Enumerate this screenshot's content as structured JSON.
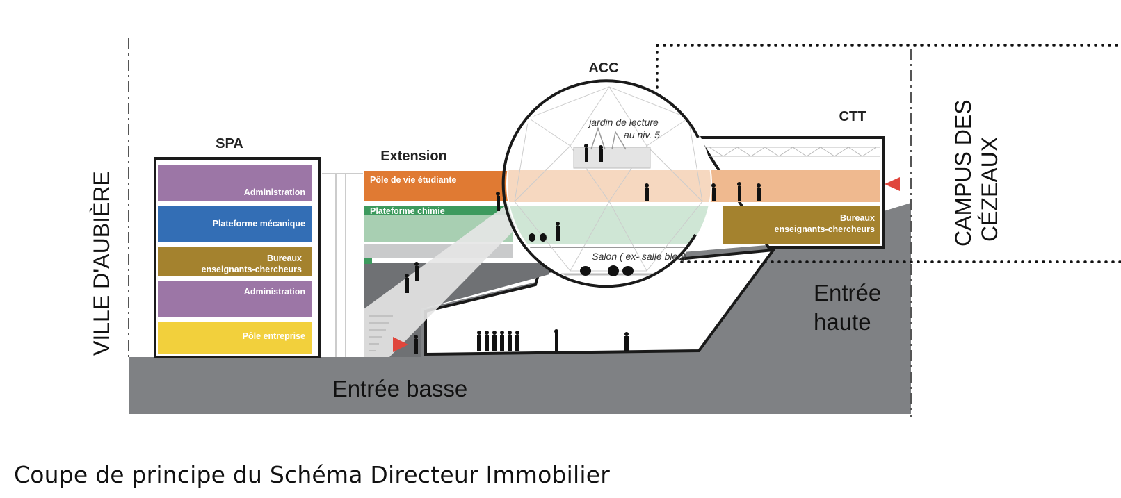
{
  "diagram": {
    "buildings": {
      "spa": {
        "label": "SPA"
      },
      "extension": {
        "label": "Extension"
      },
      "acc": {
        "label": "ACC"
      },
      "ctt": {
        "label": "CTT"
      }
    },
    "spa_floors": [
      {
        "label": "Administration",
        "color": "#9c76a6"
      },
      {
        "label": "Plateforme mécanique",
        "color": "#336eb5"
      },
      {
        "label_line1": "Bureaux",
        "label_line2": "enseignants-chercheurs",
        "color": "#a4822e"
      },
      {
        "label": "Administration",
        "color": "#9c76a6"
      },
      {
        "label": "Pôle entreprise",
        "color": "#f2d03c"
      }
    ],
    "extension_floors": [
      {
        "label": "Pôle de vie étudiante",
        "color": "#e07a33"
      },
      {
        "label": "Plateforme chimie",
        "color": "#3d9a5e"
      }
    ],
    "acc_notes": {
      "garden_line1": "jardin de lecture",
      "garden_line2": "au  niv. 5",
      "salon": "Salon ( ex- salle bleu)"
    },
    "ctt_floors": {
      "offices_line1": "Bureaux",
      "offices_line2": "enseignants-chercheurs",
      "offices_color": "#a4822e",
      "band_color": "#efb98f"
    },
    "entrances": {
      "low": "Entrée basse",
      "high_line1": "Entrée",
      "high_line2": "haute"
    },
    "side_labels": {
      "left": "VILLE D'AUBIÈRE",
      "right_line1": "CAMPUS DES",
      "right_line2": "CÉZEAUX"
    },
    "colors": {
      "ground": "#7f8184",
      "arrow": "#e0463c",
      "outline": "#1a1a1a"
    }
  },
  "caption": "Coupe de principe du Schéma Directeur Immobilier"
}
